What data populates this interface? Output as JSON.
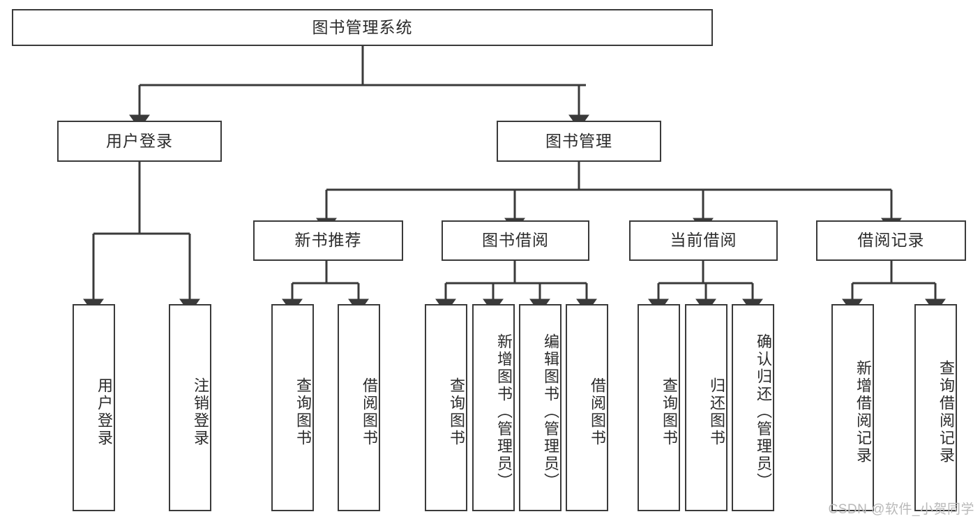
{
  "diagram": {
    "title": "图书管理系统",
    "type": "hierarchy-tree",
    "levels": {
      "root": {
        "label": "图书管理系统"
      },
      "level2": [
        {
          "label": "用户登录"
        },
        {
          "label": "图书管理"
        }
      ],
      "level3": [
        {
          "label": "新书推荐"
        },
        {
          "label": "图书借阅"
        },
        {
          "label": "当前借阅"
        },
        {
          "label": "借阅记录"
        }
      ],
      "leaves": {
        "user_login": [
          {
            "label": "用户登录"
          },
          {
            "label": "注销登录"
          }
        ],
        "new_book_recommend": [
          {
            "label": "查询图书"
          },
          {
            "label": "借阅图书"
          }
        ],
        "book_borrow": [
          {
            "label": "查询图书"
          },
          {
            "label": "新增图书（管理员）"
          },
          {
            "label": "编辑图书（管理员）"
          },
          {
            "label": "借阅图书"
          }
        ],
        "current_borrow": [
          {
            "label": "查询图书"
          },
          {
            "label": "归还图书"
          },
          {
            "label": "确认归还（管理员）"
          }
        ],
        "borrow_record": [
          {
            "label": "新增借阅记录"
          },
          {
            "label": "查询借阅记录"
          }
        ]
      }
    },
    "colors": {
      "stroke": "#3a3a3a",
      "text": "#2b2b2b",
      "background": "#ffffff",
      "watermark": "#b9b9b9"
    }
  },
  "watermark": {
    "text": "CSDN @软件_小贺同学"
  }
}
